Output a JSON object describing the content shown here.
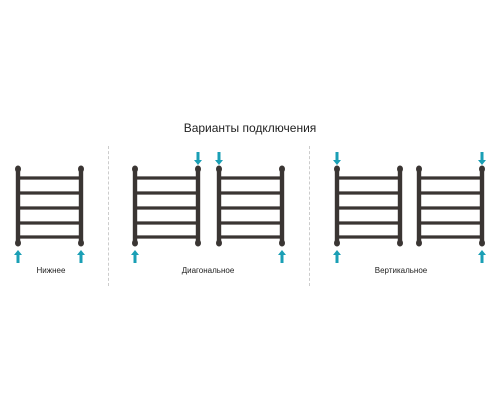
{
  "title": "Варианты подключения",
  "colors": {
    "radiator": "#3a3533",
    "arrow": "#1a9fb5",
    "divider": "#cccccc",
    "text": "#222222"
  },
  "icons": {
    "radiator": "towel-rail-icon",
    "arrow_up": "arrow-up-icon",
    "arrow_down": "arrow-down-icon"
  },
  "groups": [
    {
      "label": "Нижнее",
      "radiators": [
        {
          "arrows": {
            "top_left": null,
            "top_right": null,
            "bottom_left": "up",
            "bottom_right": "up"
          }
        }
      ]
    },
    {
      "label": "Диагональное",
      "radiators": [
        {
          "arrows": {
            "top_left": null,
            "top_right": "down",
            "bottom_left": "up",
            "bottom_right": null
          }
        },
        {
          "arrows": {
            "top_left": "down",
            "top_right": null,
            "bottom_left": null,
            "bottom_right": "up"
          }
        }
      ]
    },
    {
      "label": "Вертикальное",
      "radiators": [
        {
          "arrows": {
            "top_left": "down",
            "top_right": null,
            "bottom_left": "up",
            "bottom_right": null
          }
        },
        {
          "arrows": {
            "top_left": null,
            "top_right": "down",
            "bottom_left": null,
            "bottom_right": "up"
          }
        }
      ]
    }
  ]
}
